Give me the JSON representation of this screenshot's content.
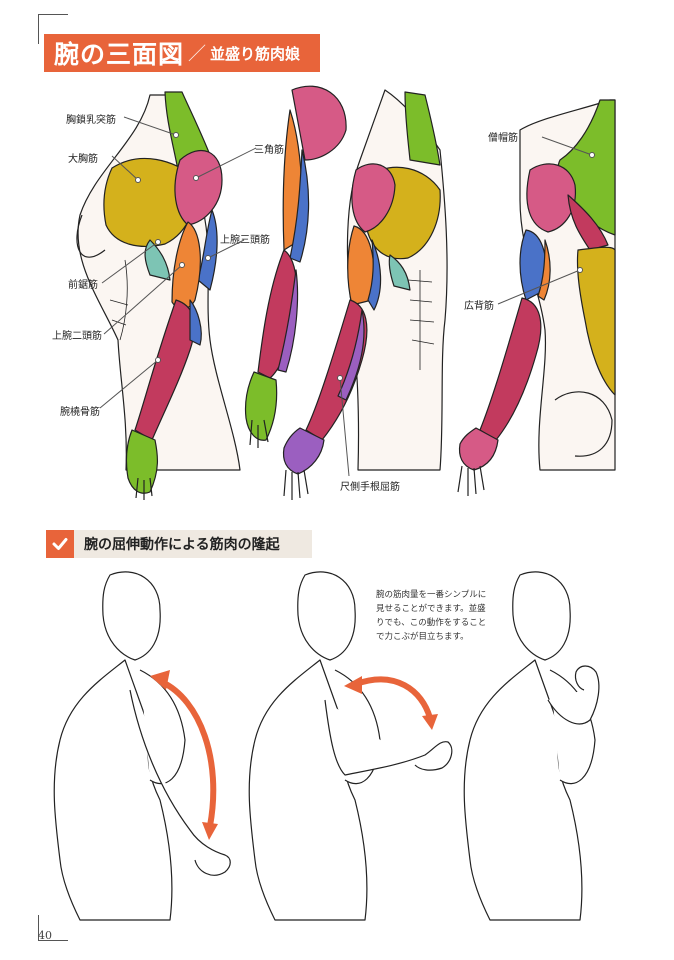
{
  "title": {
    "main": "腕の三面図",
    "separator": "／",
    "sub": "並盛り筋肉娘"
  },
  "muscle_labels": {
    "sternocleidomastoid": "胸鎖乳突筋",
    "pectoralis_major": "大胸筋",
    "deltoid": "三角筋",
    "triceps": "上腕三頭筋",
    "serratus_anterior": "前鋸筋",
    "biceps": "上腕二頭筋",
    "brachioradialis": "腕橈骨筋",
    "flexor_carpi_ulnaris": "尺側手根屈筋",
    "trapezius": "僧帽筋",
    "latissimus_dorsi": "広背筋"
  },
  "section": {
    "heading": "腕の屈伸動作による筋肉の隆起",
    "check_icon": "check-icon"
  },
  "note": {
    "text": "腕の筋肉量を一番シンプルに見せることができます。並盛りでも、この動作をすることで力こぶが目立ちます。"
  },
  "page_number": "40",
  "colors": {
    "accent": "#e8643a",
    "pectoral": "#d4b11c",
    "deltoid": "#d65a86",
    "triceps": "#4a72c8",
    "biceps": "#ee8536",
    "forearm_flexor": "#c23a5e",
    "neck": "#7cbd2a",
    "serratus": "#7dc4b4",
    "hand": "#9b5fc0",
    "lat": "#d4b11c"
  }
}
